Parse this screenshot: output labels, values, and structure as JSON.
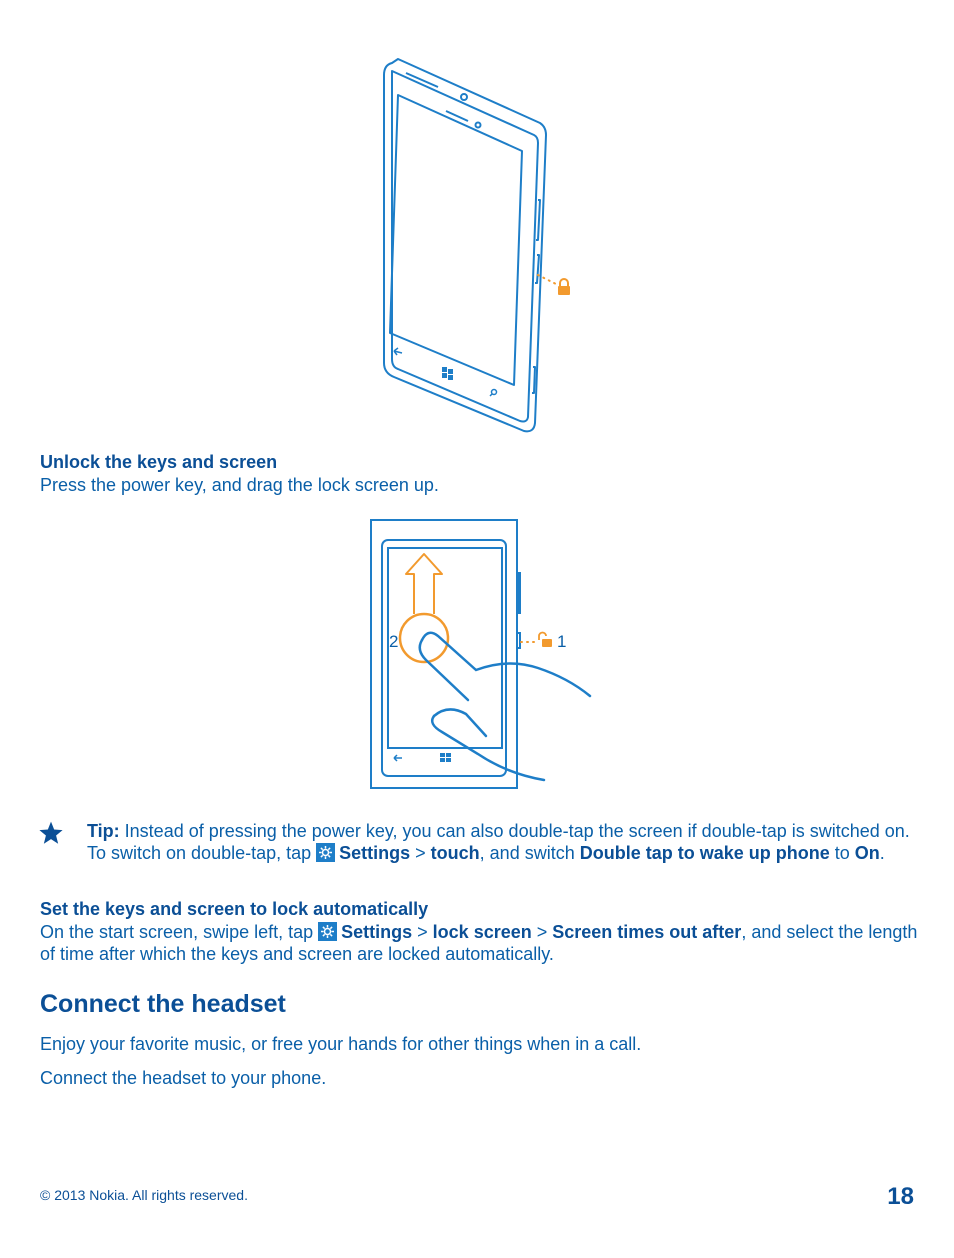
{
  "section1": {
    "heading": "Unlock the keys and screen",
    "body": "Press the power key, and drag the lock screen up."
  },
  "figure2": {
    "label_1": "1",
    "label_2": "2"
  },
  "tip": {
    "label": "Tip:",
    "text1": " Instead of pressing the power key, you can also double-tap the screen if double-tap is switched on. To switch on double-tap, tap ",
    "settings": "Settings",
    "sep1": " > ",
    "touch": "touch",
    "text2": ", and switch ",
    "double_tap": "Double tap to wake up phone",
    "text3": " to ",
    "on": "On",
    "text4": "."
  },
  "section2": {
    "heading": "Set the keys and screen to lock automatically",
    "text1": "On the start screen, swipe left, tap ",
    "settings": "Settings",
    "sep1": " > ",
    "lock_screen": "lock screen",
    "sep2": " > ",
    "times_out": "Screen times out after",
    "text2": ", and select the length of time after which the keys and screen are locked automatically."
  },
  "section3": {
    "heading": "Connect the headset",
    "para1": "Enjoy your favorite music, or free your hands for other things when in a call.",
    "para2": "Connect the headset to your phone."
  },
  "footer": {
    "copyright": "© 2013 Nokia. All rights reserved.",
    "page_number": "18"
  },
  "colors": {
    "text": "#0a5fa8",
    "heading": "#0b4f96",
    "illustration_blue": "#1e7ec8",
    "accent_orange": "#f29a2e"
  },
  "icons": [
    "lock-icon",
    "unlock-icon",
    "settings-icon",
    "star-icon",
    "back-icon",
    "windows-icon",
    "search-icon"
  ]
}
